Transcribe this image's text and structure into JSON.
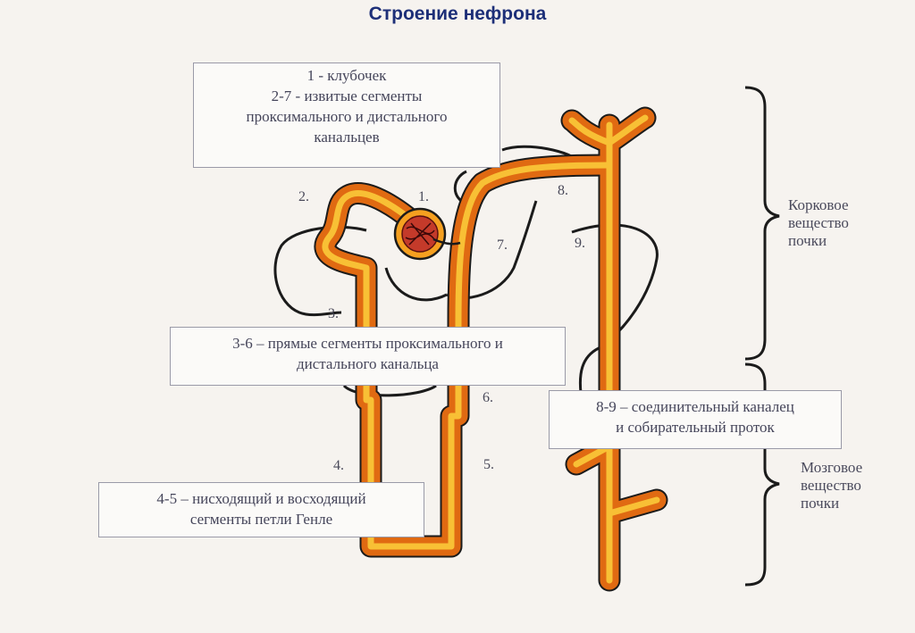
{
  "title": "Строение нефрона",
  "legend": {
    "glomerulus": [
      "1 - клубочек",
      "2-7 - извитые сегменты",
      "проксимального и дистального",
      "канальцев"
    ],
    "straight": [
      "3-6 – прямые сегменты проксимального и",
      "дистального канальца"
    ],
    "henle": [
      "4-5 – нисходящий и восходящий",
      "сегменты петли Генле"
    ],
    "collecting": [
      "8-9 – соединительный каналец",
      "и собирательный проток"
    ]
  },
  "numbers": [
    "1.",
    "2.",
    "3.",
    "4.",
    "5.",
    "6.",
    "7.",
    "8.",
    "9."
  ],
  "regions": {
    "cortex": [
      "Корковое",
      "вещество",
      "почки"
    ],
    "medulla": [
      "Мозговое",
      "вещество",
      "почки"
    ]
  },
  "colors": {
    "tubule_outer": "#e06a12",
    "tubule_inner": "#f8c035",
    "outline": "#1b1b1b",
    "title": "#1d2f78"
  }
}
